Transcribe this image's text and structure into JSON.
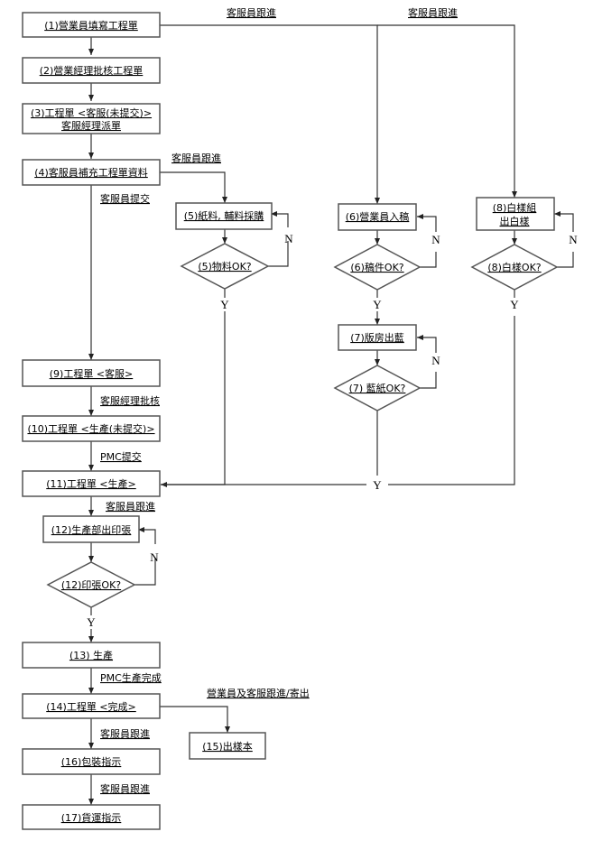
{
  "title": "工程單流程圖",
  "nodes": {
    "n1": "(1)營業員填寫工程單",
    "n2": "(2)營業經理批核工程單",
    "n3a": "(3)工程單 <客服(未提交)>",
    "n3b": "客服經理派單",
    "n4": "(4)客服員補充工程單資料",
    "n5": "(5)紙料, 輔料採購",
    "d5": "(5)物料OK?",
    "n6": "(6)營業員入稿",
    "d6": "(6)稿件OK?",
    "n7": "(7)版房出藍",
    "d7": "(7) 藍紙OK?",
    "n8a": "(8)白樣組",
    "n8b": "出白樣",
    "d8": "(8)白樣OK?",
    "n9": "(9)工程單 <客服>",
    "n10": "(10)工程單 <生產(未提交)>",
    "n11": "(11)工程單 <生產>",
    "n12": "(12)生產部出印張",
    "d12": "(12)印張OK?",
    "n13": "(13) 生產",
    "n14": "(14)工程單 <完成>",
    "n15": "(15)出樣本",
    "n16": "(16)包裝指示",
    "n17": "(17)貨運指示"
  },
  "edge_labels": {
    "cs_follow_top1": "客服員跟進",
    "cs_follow_top2": "客服員跟進",
    "cs_follow_5": "客服員跟進",
    "cs_submit": "客服員提交",
    "cs_mgr_approve": "客服經理批核",
    "pmc_submit": "PMC提交",
    "cs_follow_12": "客服員跟進",
    "pmc_done": "PMC生產完成",
    "sales_cs_send": "營業員及客服跟進/寄出",
    "cs_follow_16": "客服員跟進",
    "cs_follow_17": "客服員跟進"
  },
  "branch": {
    "yes": "Y",
    "no": "N"
  }
}
